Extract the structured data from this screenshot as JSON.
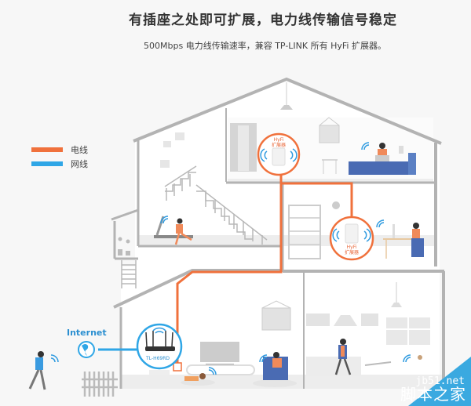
{
  "header": {
    "title": "有插座之处即可扩展，电力线传输信号稳定",
    "subtitle": "500Mbps 电力线传输速率，兼容 TP-LINK 所有 HyFi 扩展器。"
  },
  "legend": [
    {
      "label": "电线",
      "color": "#f0713c"
    },
    {
      "label": "网线",
      "color": "#2fa6e6"
    }
  ],
  "labels": {
    "internet": "Internet",
    "router_model": "TL-H69RD",
    "extender_top": {
      "line1": "HyFi",
      "line2": "扩展器"
    },
    "extender_mid": {
      "line1": "HyFi",
      "line2": "扩展器"
    }
  },
  "watermark": {
    "url": "jb51.net",
    "name": "脚本之家",
    "color": "#3aa9e0"
  },
  "colors": {
    "power_line": "#f0713c",
    "network_line": "#2fa6e6",
    "wall": "#b3b3b3",
    "wifi": "#2f9be0"
  }
}
